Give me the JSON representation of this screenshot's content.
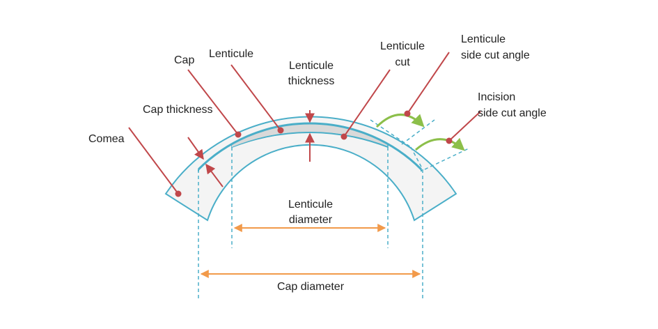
{
  "labels": {
    "cap": "Cap",
    "lenticule": "Lenticule",
    "lenticule_thickness": [
      "Lenticule",
      "thickness"
    ],
    "lenticule_cut": [
      "Lenticule",
      "cut"
    ],
    "lenticule_side_cut_angle": [
      "Lenticule",
      "side cut angle"
    ],
    "incision_side_cut_angle": [
      "Incision",
      "side cut angle"
    ],
    "cap_thickness": "Cap thickness",
    "cornea": "Comea",
    "lenticule_diameter": [
      "Lenticule",
      "diameter"
    ],
    "cap_diameter": "Cap diameter"
  },
  "colors": {
    "outline": "#4aaec8",
    "leader": "#c0474a",
    "angle": "#8cbf4a",
    "dimension": "#f29a4a",
    "tissue": "#f4f4f4",
    "lenticule_fill": "#d9d9d9"
  }
}
